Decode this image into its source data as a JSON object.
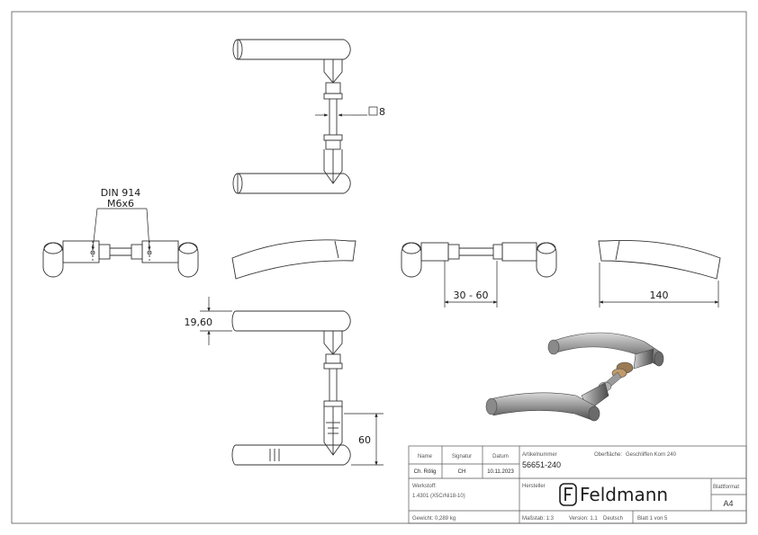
{
  "annotations": {
    "din_label": "DIN 914",
    "screw_label": "M6x6",
    "square_label": "8",
    "range_label": "30 - 60",
    "width_label": "140",
    "height_label": "19,60",
    "depth_label": "60"
  },
  "title_block": {
    "name_header": "Name",
    "signature_header": "Signatur",
    "date_header": "Datum",
    "name_value": "Ch. Rölig",
    "signature_value": "CH",
    "date_value": "10.11.2023",
    "article_label": "Artikelnummer",
    "article_number": "56651-240",
    "surface_label": "Oberfläche:",
    "surface_value": "Geschliffen Korn 240",
    "material_label": "Werkstoff:",
    "material_value": "1.4301 (X5CrNi18-10)",
    "manufacturer_label": "Hersteller",
    "brand_name": "Feldmann",
    "sheet_format_label": "Blattformat",
    "sheet_format_value": "A4",
    "weight_text": "Gewicht: 0,289 kg",
    "scale_text": "Maßstab: 1:3",
    "version_text": "Version: 1.1",
    "language_text": "Deutsch",
    "sheet_text": "Blatt 1 von 5"
  },
  "colors": {
    "line": "#333333",
    "metal_light": "#b9b9b9",
    "metal_dark": "#5f5f5f",
    "brand": "#1e1e1e"
  }
}
